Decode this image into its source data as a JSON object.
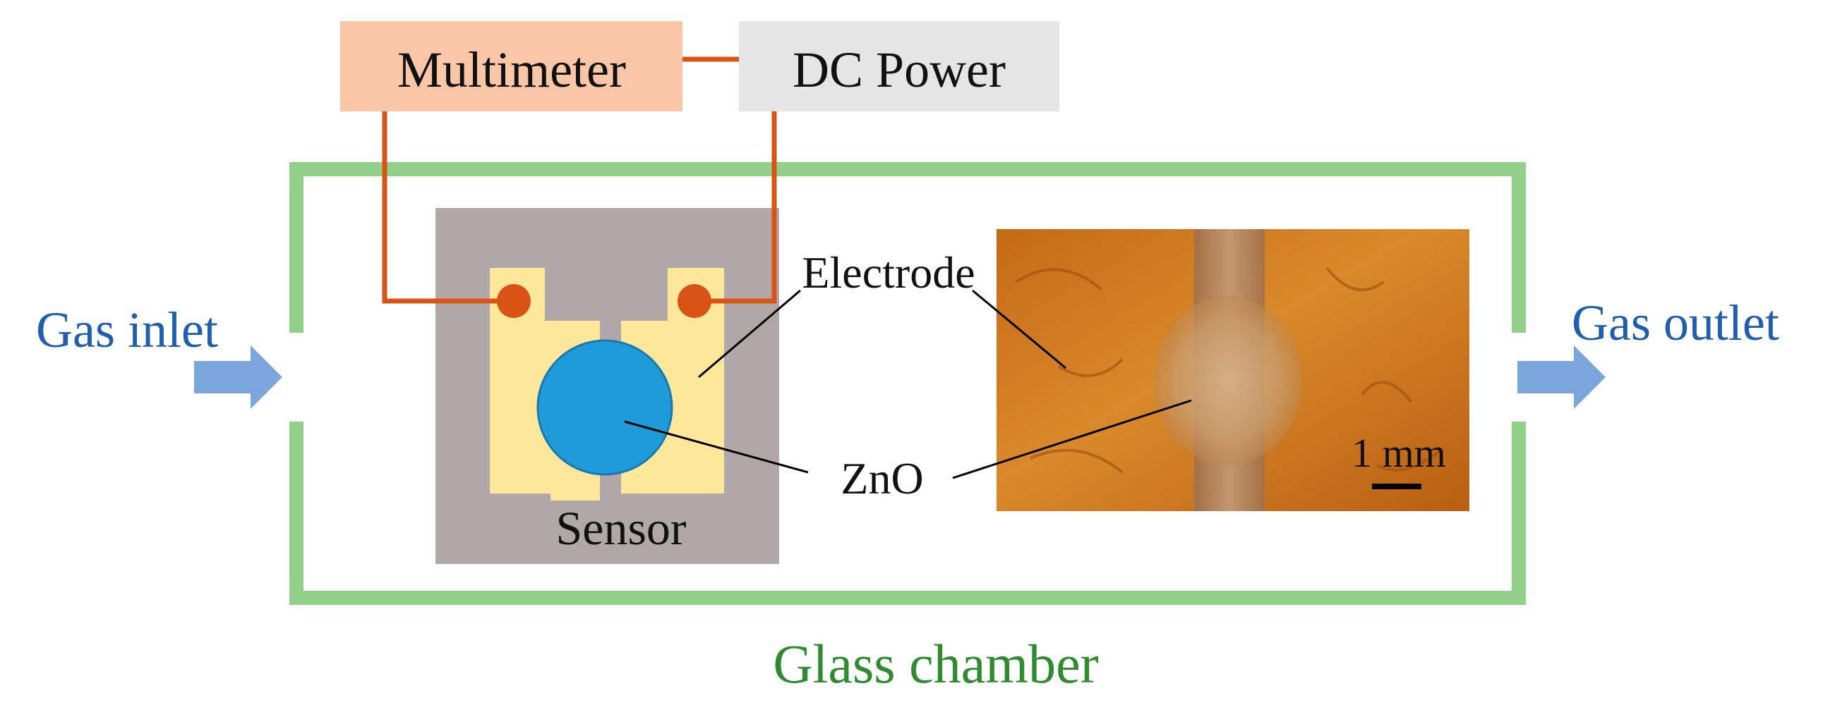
{
  "labels": {
    "multimeter": "Multimeter",
    "dc_power": "DC Power",
    "gas_inlet": "Gas inlet",
    "gas_outlet": "Gas outlet",
    "electrode": "Electrode",
    "zno": "ZnO",
    "sensor": "Sensor",
    "scale_bar": "1 mm",
    "glass_chamber": "Glass chamber"
  },
  "colors": {
    "multimeter_box": "#f9c6a8",
    "dc_power_box": "#e5e5e5",
    "wire": "#d95414",
    "contact_dot": "#d95414",
    "chamber_wall": "#92d08a",
    "chamber_label": "#2e8b2e",
    "gas_label": "#1f5fae",
    "gas_arrow": "#7ba6dc",
    "sensor_substrate": "#b0a8a8",
    "electrode_pad": "#fde79b",
    "zno_disk": "#1e9bd8",
    "photo_base": "#c9741d"
  },
  "icons": {
    "inlet_arrow": "arrow-right-icon",
    "outlet_arrow": "arrow-right-icon"
  }
}
